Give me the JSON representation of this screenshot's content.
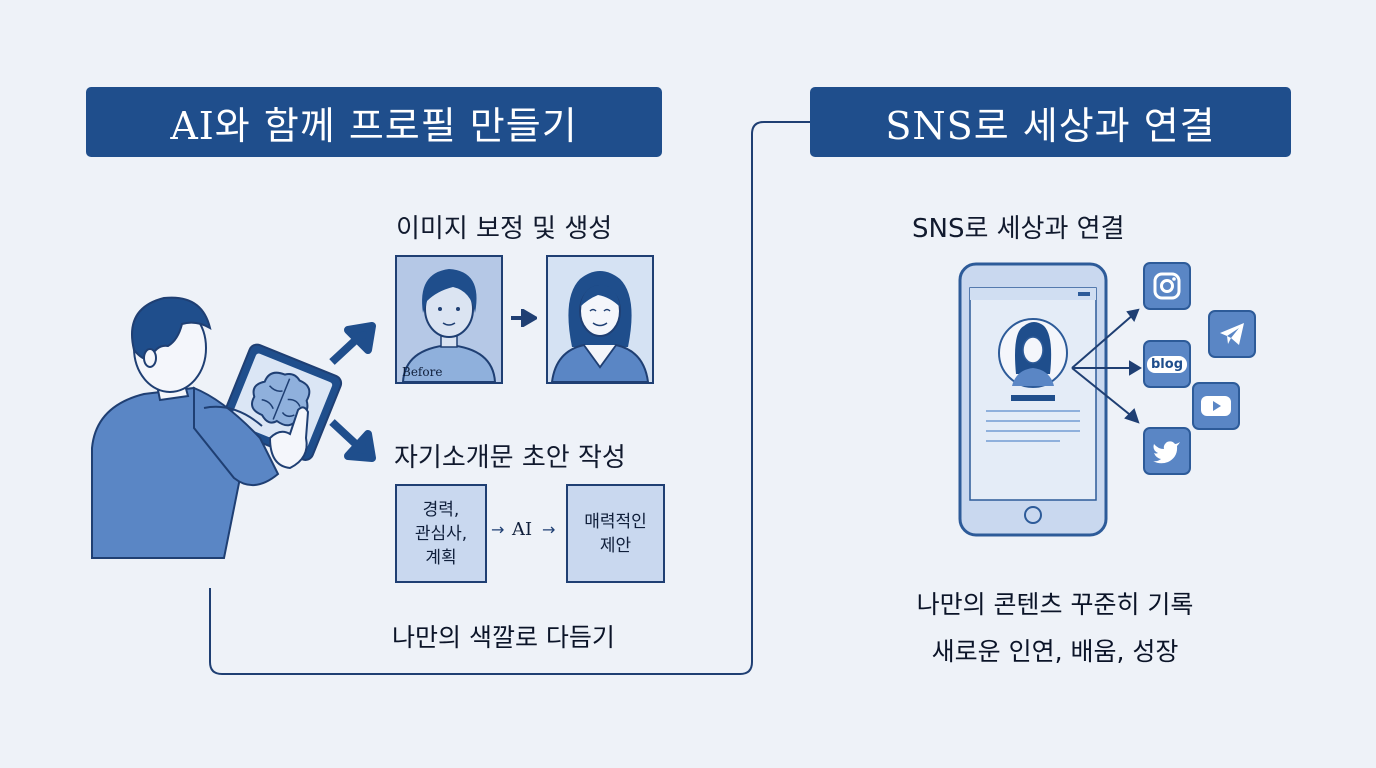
{
  "left_section": {
    "banner": "AI와 함께 프로필 만들기",
    "image_edit": {
      "heading": "이미지 보정 및 생성",
      "before_label": "Before"
    },
    "intro_draft": {
      "heading": "자기소개문 초안 작성",
      "input_box": "경력,\n관심사,\n계획",
      "ai_label": "AI",
      "output_box": "매력적인\n제안"
    },
    "caption": "나만의 색깔로 다듬기"
  },
  "right_section": {
    "banner": "SNS로 세상과 연결",
    "heading": "SNS로 세상과 연결",
    "social_icons": [
      "instagram-icon",
      "telegram-icon",
      "blog-icon",
      "youtube-icon",
      "twitter-icon"
    ],
    "blog_label": "blog",
    "caption_line1": "나만의 콘텐츠 꾸준히 기록",
    "caption_line2": "새로운 인연, 배움, 성장"
  },
  "colors": {
    "banner": "#1f4e8c",
    "background": "#eef2f8",
    "accent": "#1f3f73",
    "light_fill": "#c9d8ef"
  }
}
